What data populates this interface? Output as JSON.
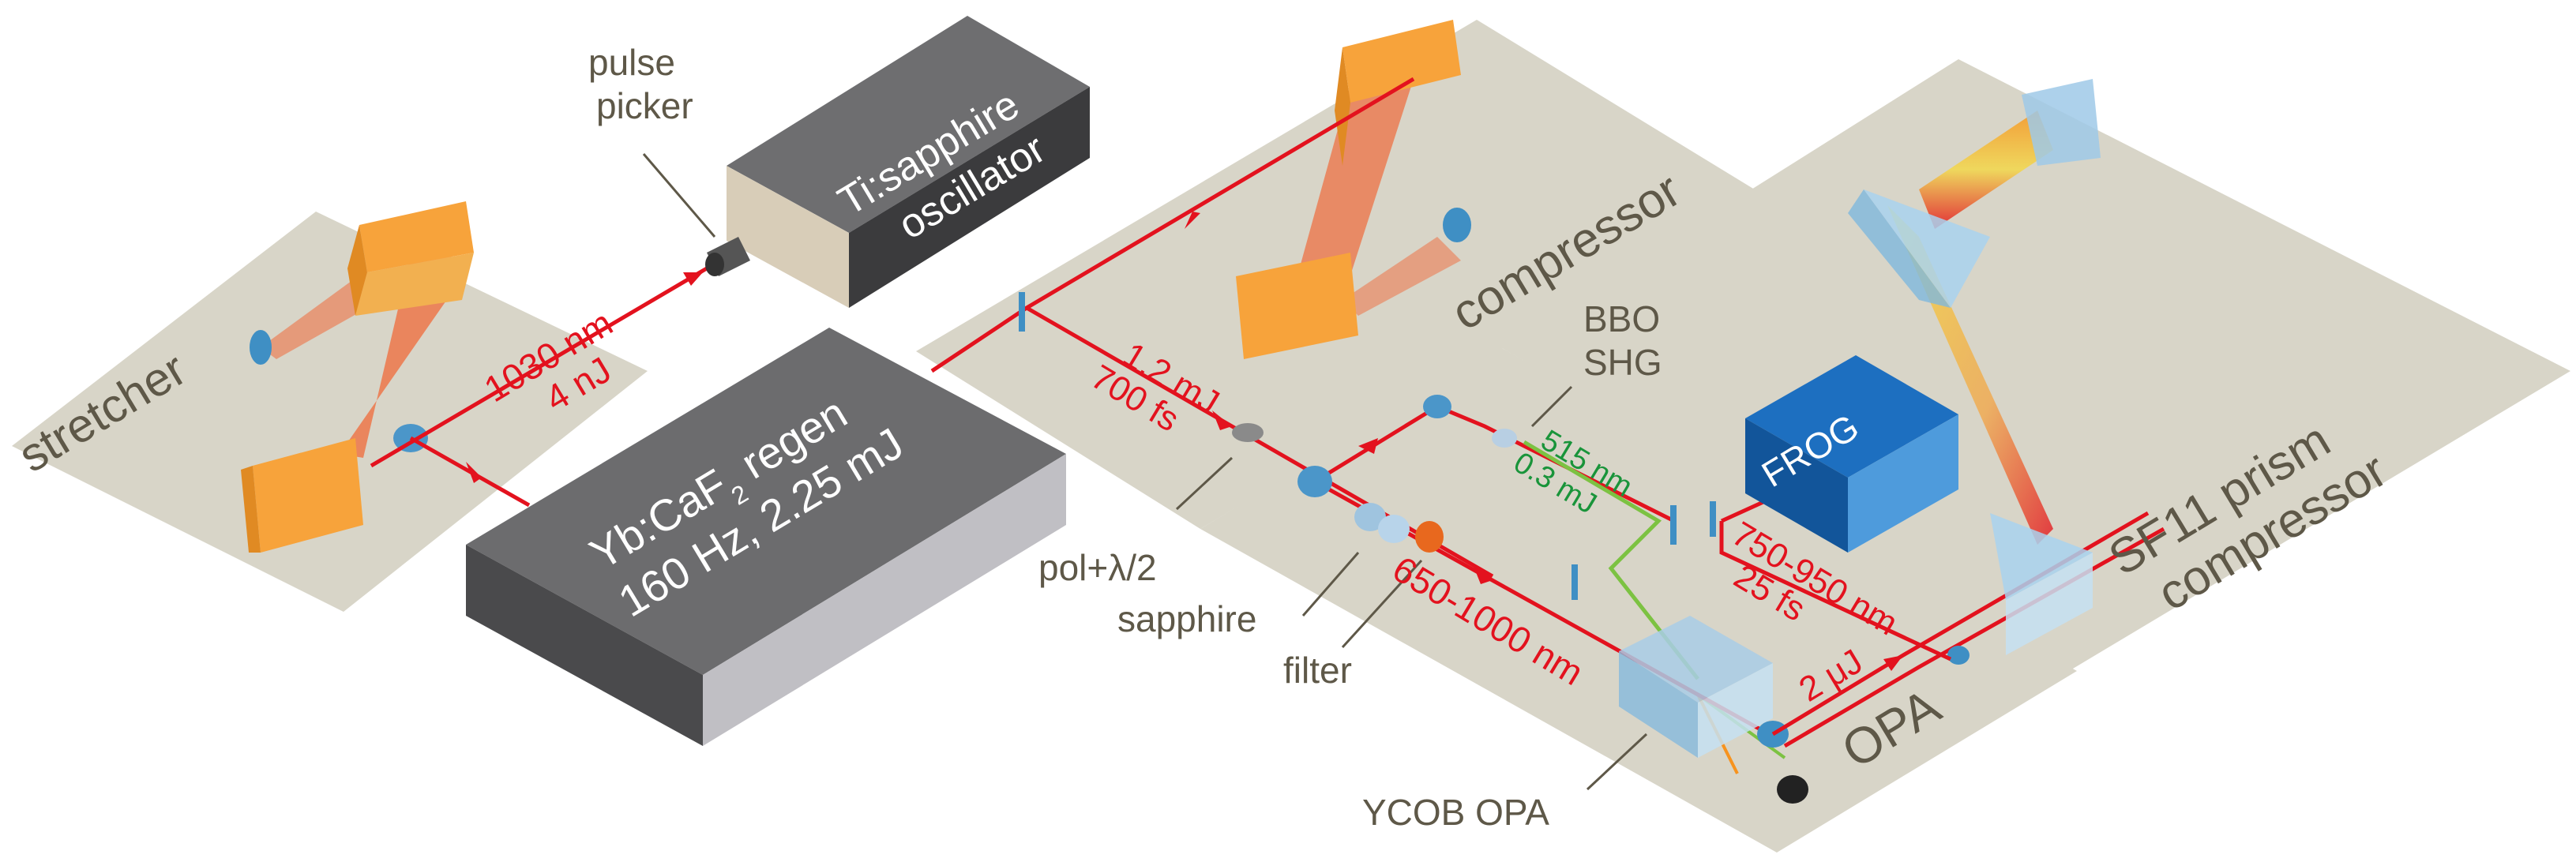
{
  "labels": {
    "pulse_picker_1": "pulse",
    "pulse_picker_2": "picker",
    "oscillator_1": "Ti:sapphire",
    "oscillator_2": "oscillator",
    "stretcher": "stretcher",
    "beam_in_1": "1030 nm",
    "beam_in_2": "4 nJ",
    "regen_1": "Yb:CaF",
    "regen_sub": "2",
    "regen_1b": " regen",
    "regen_2": "160 Hz, 2.25 mJ",
    "compressor": "compressor",
    "amp_out_1": "1.2 mJ",
    "amp_out_2": "700 fs",
    "pol": "pol+λ/2",
    "sapphire": "sapphire",
    "filter": "filter",
    "bbo_1": "BBO",
    "bbo_2": "SHG",
    "shg_1": "515 nm",
    "shg_2": "0.3 mJ",
    "frog": "FROG",
    "opa_out_1": "750-950 nm",
    "opa_out_2": "25 fs",
    "wl": "650-1000 nm",
    "energy": "2 μJ",
    "opa": "OPA",
    "ycob": "YCOB OPA",
    "sf11_1": "SF11 prism",
    "sf11_2": "compressor"
  },
  "colors": {
    "table": "#d8d5c8",
    "beam_ir": "#e3121e",
    "beam_green": "#7cc242",
    "grating": "#f7a33b",
    "optic": "#3f8fc4",
    "box_dark": "#4a4a4c",
    "frog_box": "#1d6fc0",
    "label_gray": "#5e5848",
    "label_green": "#19943a"
  }
}
